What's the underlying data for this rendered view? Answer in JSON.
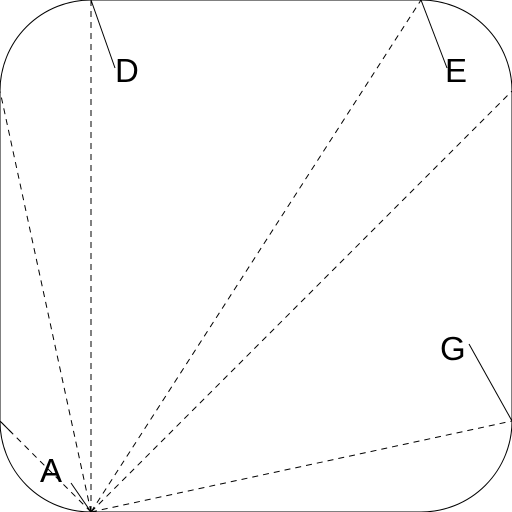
{
  "diagram": {
    "labels": {
      "a": "A",
      "d": "D",
      "e": "E",
      "g": "G"
    }
  }
}
